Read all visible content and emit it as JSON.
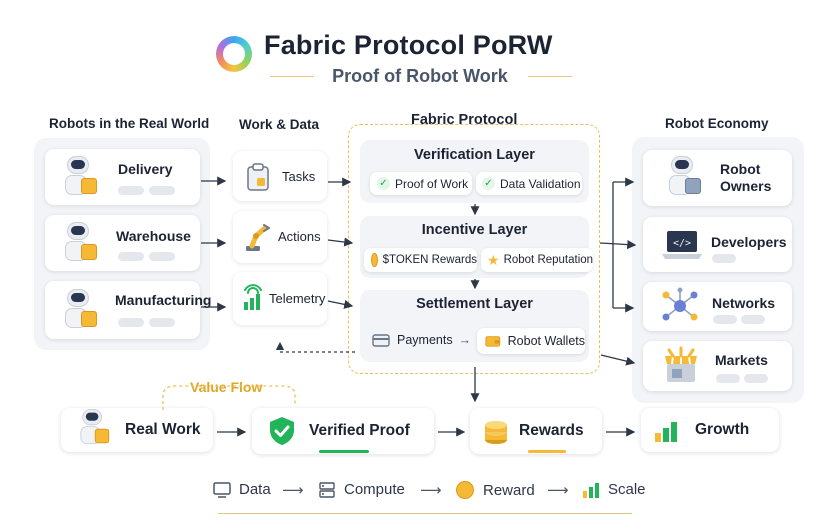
{
  "title": "Fabric Protocol PoRW",
  "subtitle": "Proof of Robot Work",
  "headings": {
    "robots": "Robots in the Real World",
    "work": "Work & Data",
    "protocol": "Fabric Protocol",
    "economy": "Robot Economy"
  },
  "robots": [
    {
      "label": "Delivery",
      "icon": "delivery-robot-icon"
    },
    {
      "label": "Warehouse",
      "icon": "warehouse-robot-icon"
    },
    {
      "label": "Manufacturing",
      "icon": "manufacturing-robot-icon"
    }
  ],
  "work": [
    {
      "label": "Tasks",
      "icon": "clipboard-icon"
    },
    {
      "label": "Actions",
      "icon": "robot-arm-icon"
    },
    {
      "label": "Telemetry",
      "icon": "signal-icon"
    }
  ],
  "layers": {
    "verification": {
      "title": "Verification Layer",
      "items": [
        "Proof of Work",
        "Data Validation"
      ]
    },
    "incentive": {
      "title": "Incentive Layer",
      "items": [
        "$TOKEN Rewards",
        "Robot Reputation"
      ]
    },
    "settlement": {
      "title": "Settlement Layer",
      "items": [
        "Payments",
        "Robot Wallets"
      ]
    }
  },
  "economy": [
    {
      "label": "Robot\nOwners",
      "line1": "Robot",
      "line2": "Owners",
      "icon": "robot-owner-icon"
    },
    {
      "label": "Developers",
      "icon": "laptop-code-icon"
    },
    {
      "label": "Networks",
      "icon": "network-icon"
    },
    {
      "label": "Markets",
      "icon": "market-stall-icon"
    }
  ],
  "value_flow": {
    "label": "Value Flow",
    "steps": [
      "Real Work",
      "Verified Proof",
      "Rewards",
      "Growth"
    ]
  },
  "legend": [
    "Data",
    "Compute",
    "Reward",
    "Scale"
  ],
  "colors": {
    "accent_gold": "#f5b935",
    "accent_green": "#22b45a",
    "dashed_border": "#e8c35a",
    "panel": "#f2f4f7",
    "text": "#1c2333"
  }
}
